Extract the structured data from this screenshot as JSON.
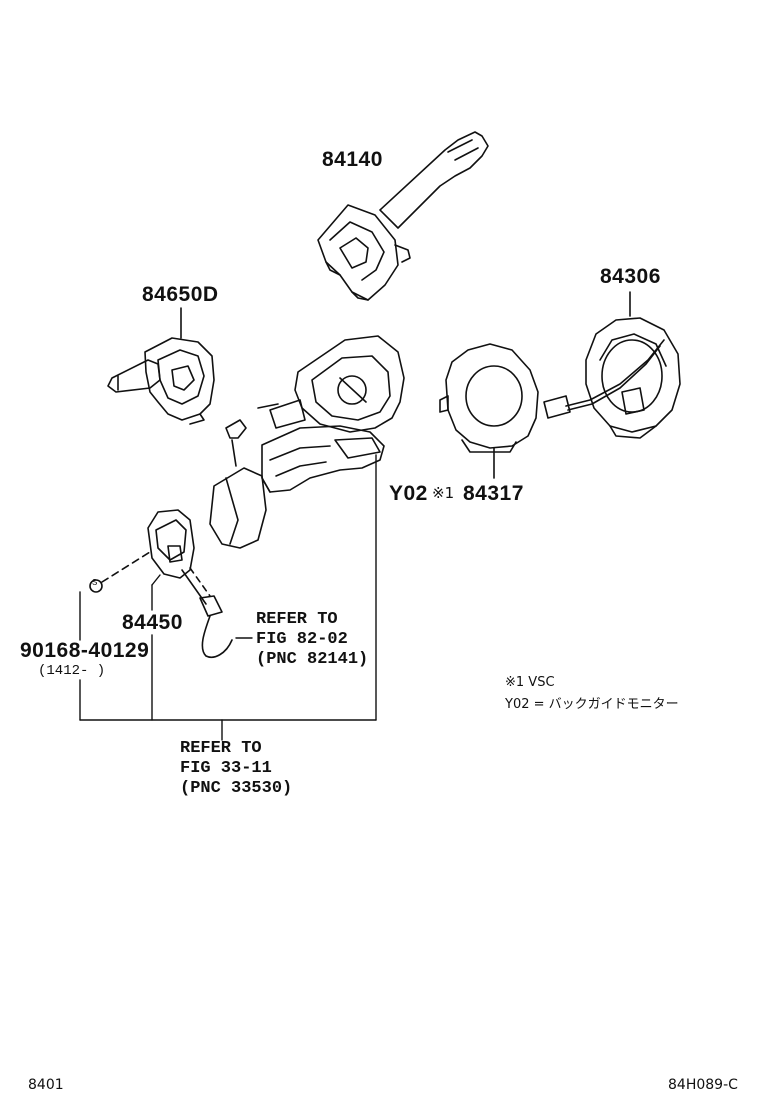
{
  "parts": {
    "p84140": "84140",
    "p84650d": "84650D",
    "p84306": "84306",
    "p84317": "84317",
    "y02_mark": "Y02",
    "ref_mark": "※1",
    "p84450": "84450",
    "p90168": "90168-40129",
    "p90168_range": "(1412-      )",
    "screw_mark": "S"
  },
  "refer_a": {
    "line1": "REFER TO",
    "line2": "FIG 82-02",
    "line3": "(PNC 82141)"
  },
  "refer_b": {
    "line1": "REFER TO",
    "line2": "FIG 33-11",
    "line3": "(PNC 33530)"
  },
  "legend": {
    "note1": "※1 VSC",
    "note2": "Y02 = バックガイドモニター"
  },
  "footer": {
    "left": "8401",
    "right": "84H089-C"
  }
}
